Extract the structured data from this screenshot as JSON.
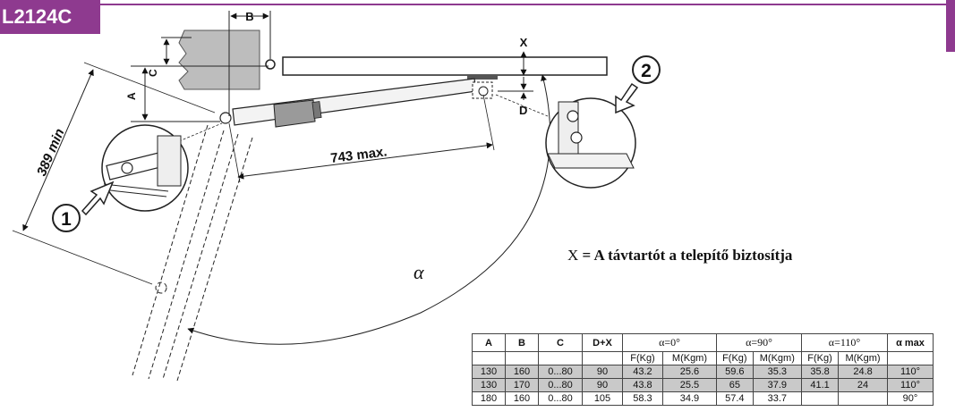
{
  "model": "L2124C",
  "note": {
    "x_symbol": "X",
    "text": "= A távtartót a telepítő biztosítja"
  },
  "dimensions": {
    "B": "B",
    "C": "C",
    "A": "A",
    "X": "X",
    "D": "D",
    "min_distance": "389 min",
    "max_extension": "743 max.",
    "angle": "α"
  },
  "callouts": {
    "one": "1",
    "two": "2"
  },
  "table": {
    "header": [
      "A",
      "B",
      "C",
      "D+X",
      "α=0°",
      "α=90°",
      "α=110°",
      "α max"
    ],
    "subheader": [
      "",
      "",
      "",
      "",
      "F(Kg)",
      "M(Kgm)",
      "F(Kg)",
      "M(Kgm)",
      "F(Kg)",
      "M(Kgm)",
      ""
    ],
    "rows": [
      [
        "130",
        "160",
        "0...80",
        "90",
        "43.2",
        "25.6",
        "59.6",
        "35.3",
        "35.8",
        "24.8",
        "110°"
      ],
      [
        "130",
        "170",
        "0...80",
        "90",
        "43.8",
        "25.5",
        "65",
        "37.9",
        "41.1",
        "24",
        "110°"
      ],
      [
        "180",
        "160",
        "0...80",
        "105",
        "58.3",
        "34.9",
        "57.4",
        "33.7",
        "",
        "",
        "90°"
      ]
    ],
    "shaded_rows": [
      0,
      1
    ]
  },
  "colors": {
    "brand": "#8e3a8f",
    "shade": "#c9c9c9",
    "pillar": "#bdbdbd"
  }
}
